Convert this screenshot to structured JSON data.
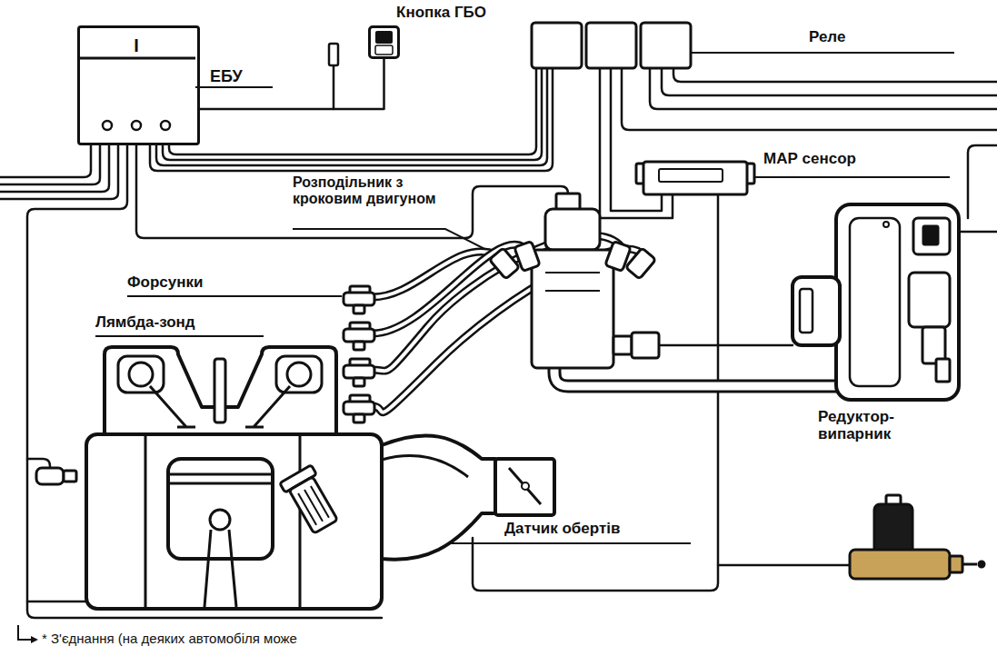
{
  "diagram": {
    "nodes": [
      {
        "text": [
          "I",
          "ЕБУ"
        ]
      },
      {
        "text": [
          "Кнопка ГБО"
        ]
      }
    ],
    "edges": [
      {
        "from": 0,
        "to": 1,
        "arrow": "none"
      }
    ],
    "labels": [
      "Реле",
      "МАР сенсор",
      "Розподільник з кроковим двигуном",
      "Форсунки",
      "Лямбда-зонд",
      "Редуктор-випарник",
      "Датчик обертів",
      "* З'єднання (на деяких автомобіля може"
    ]
  }
}
